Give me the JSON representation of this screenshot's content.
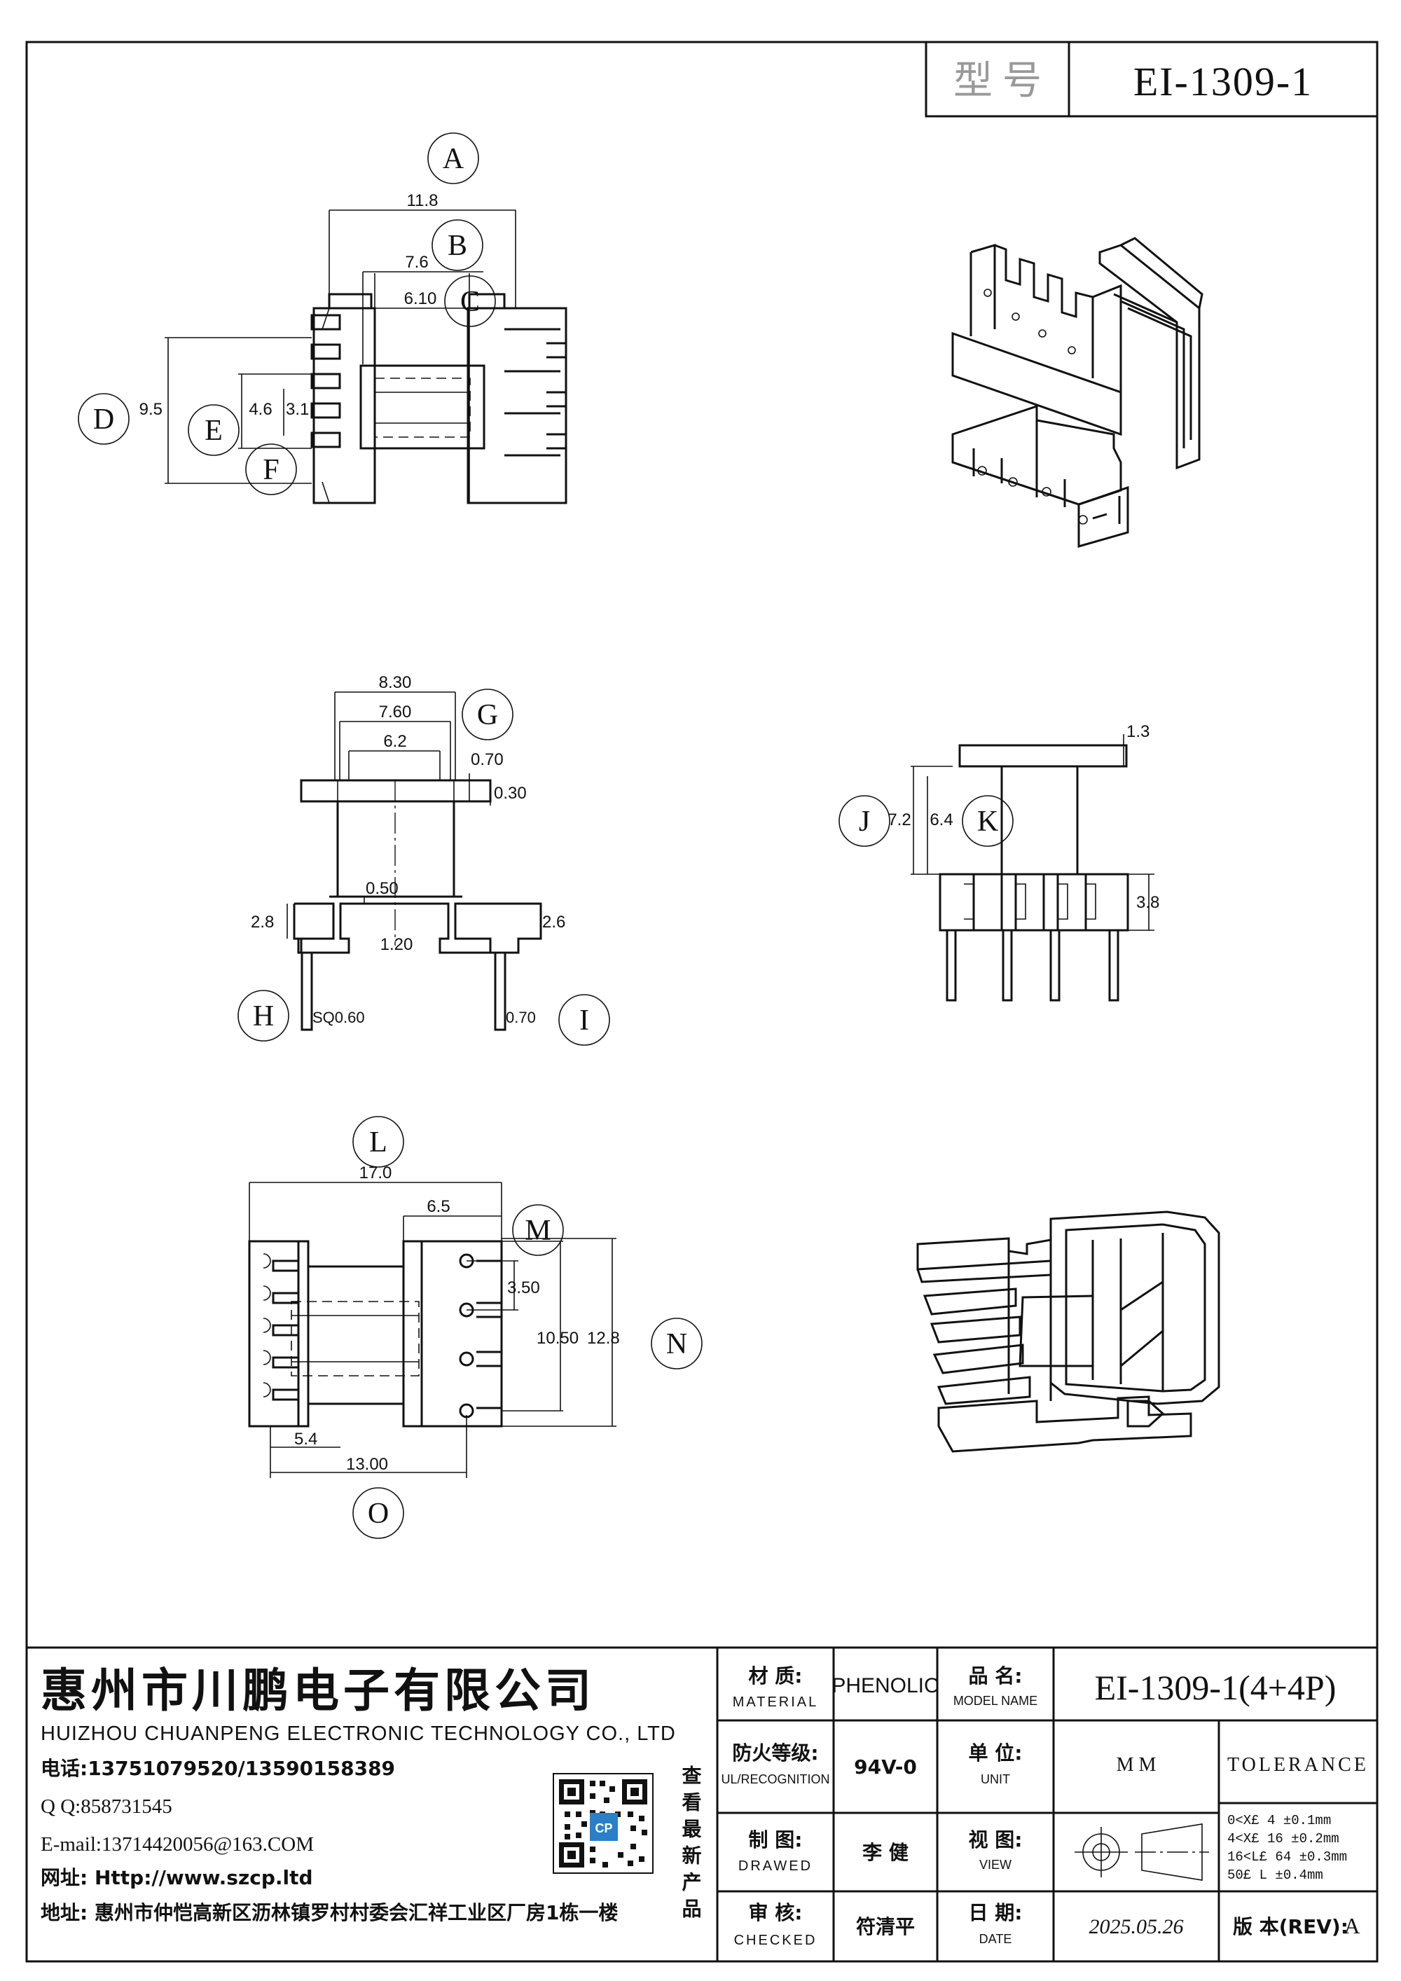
{
  "header": {
    "model_label": "型 号",
    "model_value": "EI-1309-1"
  },
  "callouts": {
    "A": "A",
    "B": "B",
    "C": "C",
    "D": "D",
    "E": "E",
    "F": "F",
    "G": "G",
    "H": "H",
    "I": "I",
    "J": "J",
    "K": "K",
    "L": "L",
    "M": "M",
    "N": "N",
    "O": "O"
  },
  "dimensions": {
    "view1": {
      "A": "11.8",
      "B": "7.6",
      "C": "6.10",
      "D": "9.5",
      "E": "4.6",
      "F": "3.1"
    },
    "view2": {
      "w1": "8.30",
      "w2": "7.60",
      "w3": "6.2",
      "t1": "0.70",
      "t2": "0.30",
      "t3": "0.50",
      "h_left": "2.8",
      "h_right": "2.6",
      "gap": "1.20",
      "pin_sq": "SQ0.60",
      "pin_round": "0.70"
    },
    "view3": {
      "top": "1.3",
      "h1": "7.2",
      "h2": "6.4",
      "base": "3.8"
    },
    "view4": {
      "L": "17.0",
      "w": "6.5",
      "M": "3.50",
      "d1": "10.50",
      "N": "12.8",
      "s1": "5.4",
      "O": "13.00"
    }
  },
  "company": {
    "name_zh": "惠州市川鹏电子有限公司",
    "name_en": "HUIZHOU CHUANPENG ELECTRONIC TECHNOLOGY CO., LTD",
    "phone": "电话:13751079520/13590158389",
    "qq": "Q Q:858731545",
    "email": "E-mail:13714420056@163.COM",
    "website": "网址: Http://www.szcp.ltd",
    "address": "地址: 惠州市仲恺高新区沥林镇罗村村委会汇祥工业区厂房1栋一楼",
    "scan_text": "查看最新产品",
    "qr_badge": "CP"
  },
  "title_block": {
    "material_zh": "材 质:",
    "material_en": "MATERIAL",
    "material_val": "PHENOLIC",
    "model_zh": "品 名:",
    "model_en": "MODEL NAME",
    "model_val": "EI-1309-1(4+4P)",
    "fire_zh": "防火等级:",
    "fire_en": "UL/RECOGNITION",
    "fire_val": "94V-0",
    "unit_zh": "单 位:",
    "unit_en": "UNIT",
    "unit_val": "M M",
    "tolerance_label": "TOLERANCE",
    "tol_rows": [
      "0<X£ 4    ±0.1mm",
      "4<X£ 16   ±0.2mm",
      "16<L£ 64 ±0.3mm",
      "50£ L     ±0.4mm"
    ],
    "drawn_zh": "制 图:",
    "drawn_en": "DRAWED",
    "drawn_val": "李 健",
    "view_zh": "视 图:",
    "view_en": "VIEW",
    "checked_zh": "审 核:",
    "checked_en": "CHECKED",
    "checked_val": "符清平",
    "date_zh": "日 期:",
    "date_en": "DATE",
    "date_val": "2025.05.26",
    "rev_label": "版 本(REV):",
    "rev_val": "A"
  }
}
